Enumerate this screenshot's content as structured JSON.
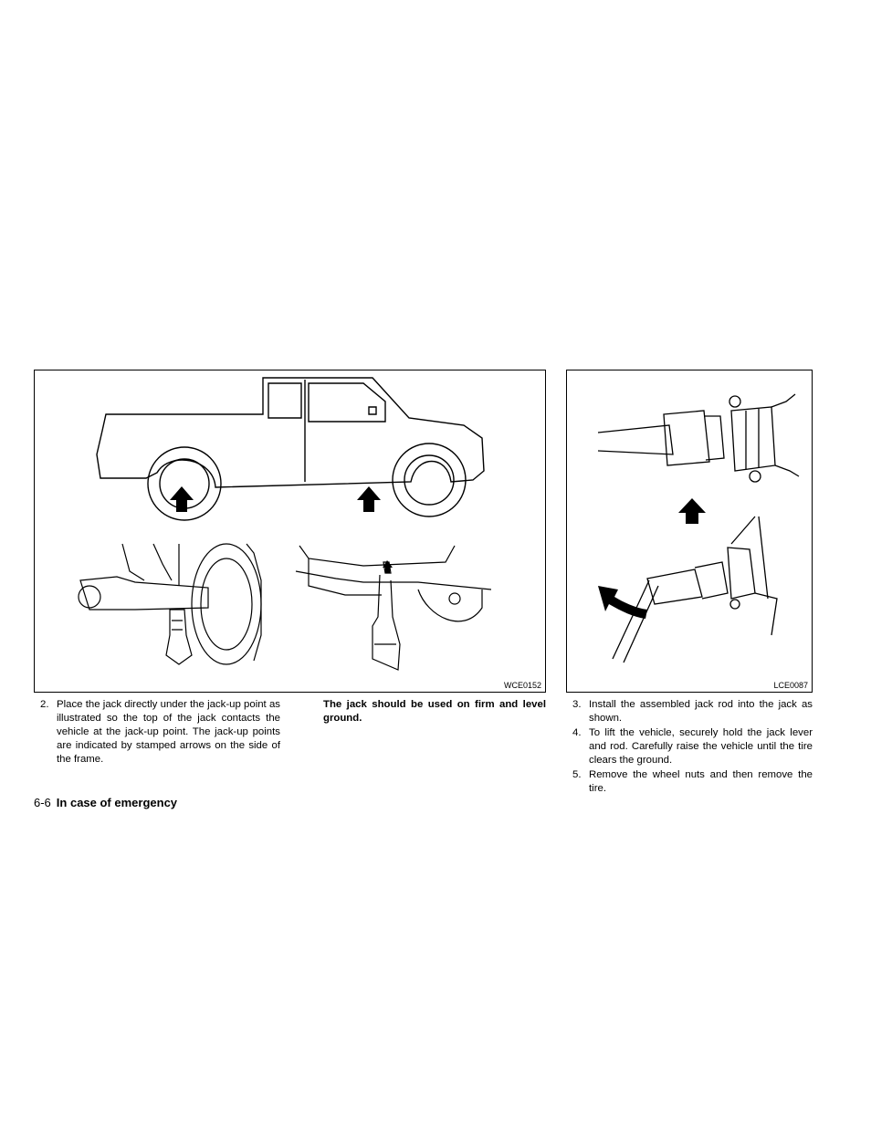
{
  "figures": {
    "left": {
      "code": "WCE0152"
    },
    "right": {
      "code": "LCE0087"
    }
  },
  "steps_left": [
    {
      "num": "2.",
      "text": "Place the jack directly under the jack-up point as illustrated so the top of the jack contacts the vehicle at the jack-up point. The jack-up points are indicated by stamped arrows on the side of the frame."
    }
  ],
  "warning": "The jack should be used on firm and level ground.",
  "steps_right": [
    {
      "num": "3.",
      "text": "Install the assembled jack rod into the jack as shown."
    },
    {
      "num": "4.",
      "text": "To lift the vehicle, securely hold the jack lever and rod. Carefully raise the vehicle until the tire clears the ground."
    },
    {
      "num": "5.",
      "text": "Remove the wheel nuts and then remove the tire."
    }
  ],
  "footer": {
    "page": "6-6",
    "section": "In case of emergency"
  }
}
